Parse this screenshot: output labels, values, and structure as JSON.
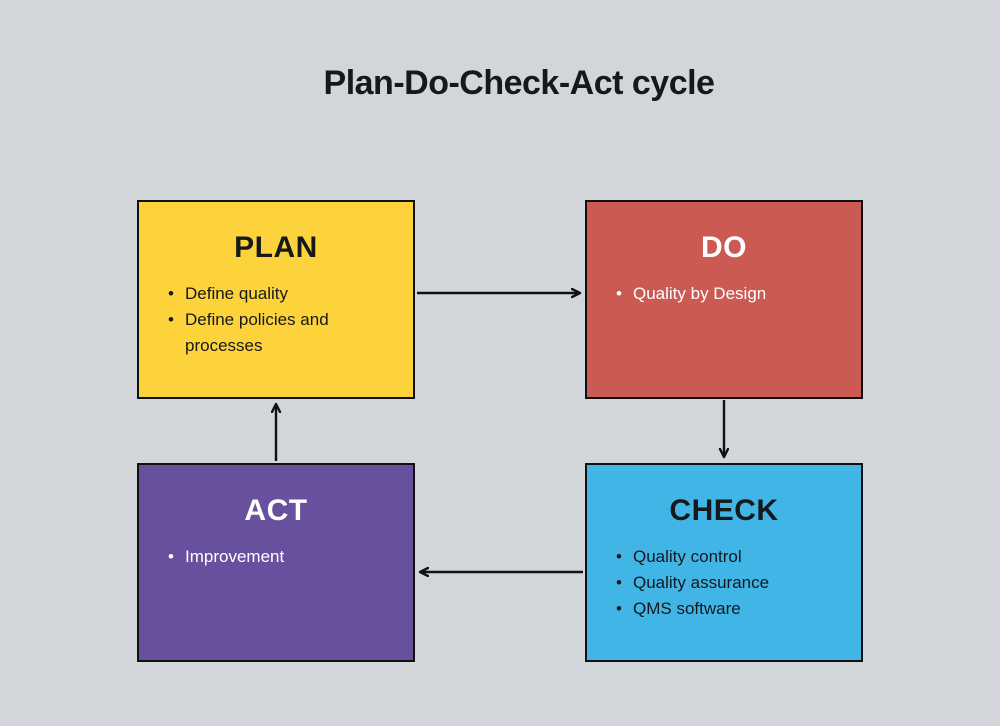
{
  "title": "Plan-Do-Check-Act cycle",
  "colors": {
    "background": "#D2D6DA",
    "box_border": "#111111",
    "arrow": "#111111",
    "title_text": "#16181D",
    "plan_fill": "#FCD33B",
    "do_fill": "#CB5A52",
    "check_fill": "#41B6E6",
    "act_fill": "#69509E"
  },
  "boxes": [
    {
      "id": "plan",
      "label": "PLAN",
      "items": [
        "Define quality",
        "Define policies and processes"
      ],
      "fill": "#FCD33B",
      "text_color": "#17181C"
    },
    {
      "id": "do",
      "label": "DO",
      "items": [
        "Quality by Design"
      ],
      "fill": "#CB5A52",
      "text_color": "#FFFFFF"
    },
    {
      "id": "check",
      "label": "CHECK",
      "items": [
        "Quality control",
        "Quality assurance",
        "QMS software"
      ],
      "fill": "#41B6E6",
      "text_color": "#17181C"
    },
    {
      "id": "act",
      "label": "ACT",
      "items": [
        "Improvement"
      ],
      "fill": "#69509E",
      "text_color": "#FFFFFF"
    }
  ],
  "arrows": [
    {
      "name": "plan-to-do",
      "direction": "right"
    },
    {
      "name": "do-to-check",
      "direction": "down"
    },
    {
      "name": "check-to-act",
      "direction": "left"
    },
    {
      "name": "act-to-plan",
      "direction": "up"
    }
  ]
}
